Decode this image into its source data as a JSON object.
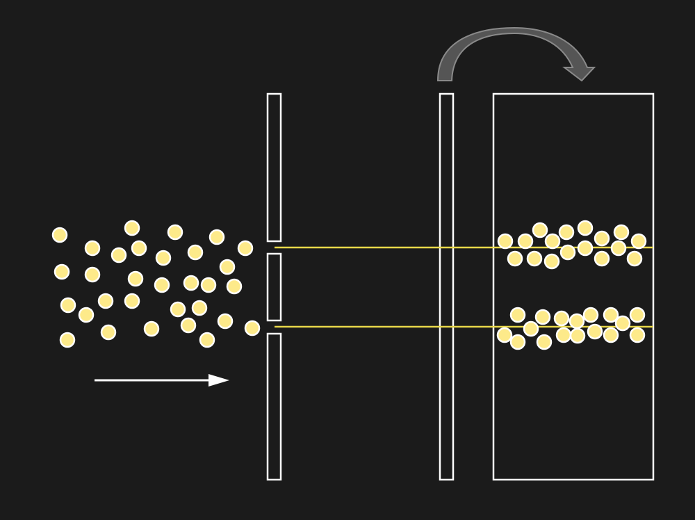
{
  "colors": {
    "background": "#1b1b1b",
    "particle_fill": "#fdea8a",
    "particle_stroke": "#ffffff",
    "beam_line": "#e8d84a",
    "outline": "#ffffff",
    "curved_arrow_fill": "#555555",
    "curved_arrow_stroke": "#8a8a8a"
  },
  "diagram": {
    "source_particle_count": 31,
    "detected_band_count": 2,
    "barrier_slit_count": 2
  }
}
